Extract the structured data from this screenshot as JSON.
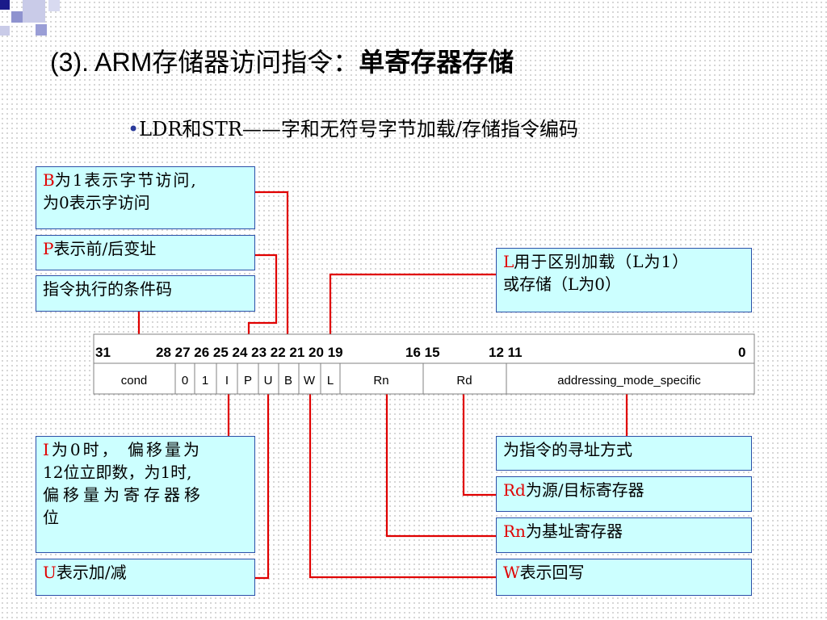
{
  "title": {
    "prefix": "(3). ARM存储器访问指令：",
    "bold": "单寄存器存储"
  },
  "subtitle": {
    "bullet": "•",
    "text": "LDR和STR——字和无符号字节加载/存储指令编码"
  },
  "boxes": {
    "b_bit": {
      "code": "B",
      "line1": "为1表示字节访问,",
      "line2": "为0表示字访问"
    },
    "p_bit": {
      "code": "P",
      "text": "表示前/后变址"
    },
    "cond": {
      "text": "指令执行的条件码"
    },
    "l_bit": {
      "code": "L",
      "line1": "用于区别加载（L为1）",
      "line2": "或存储（L为0）"
    },
    "i_bit": {
      "code": "I",
      "line1": "为0时， 偏移量为",
      "line2": "12位立即数，为1时,",
      "line3": "偏移量为寄存器移",
      "line4": "位"
    },
    "u_bit": {
      "code": "U",
      "text": "表示加/减"
    },
    "addressing": {
      "text": "为指令的寻址方式"
    },
    "rd": {
      "code": "Rd",
      "text": "为源/目标寄存器"
    },
    "rn": {
      "code": "Rn",
      "text": "为基址寄存器"
    },
    "w_bit": {
      "code": "W",
      "text": "表示回写"
    }
  },
  "encoding_table": {
    "bit_labels": [
      "31",
      "28 27 26 25 24 23 22 21 20 19",
      "16 15",
      "12 11",
      "0"
    ],
    "fields": [
      "cond",
      "0",
      "1",
      "I",
      "P",
      "U",
      "B",
      "W",
      "L",
      "Rn",
      "Rd",
      "addressing_mode_specific"
    ]
  },
  "colors": {
    "connector": "#e00000",
    "box_fill": "#ccffff",
    "box_border": "#2b4fa8",
    "code_text": "#e00000"
  }
}
